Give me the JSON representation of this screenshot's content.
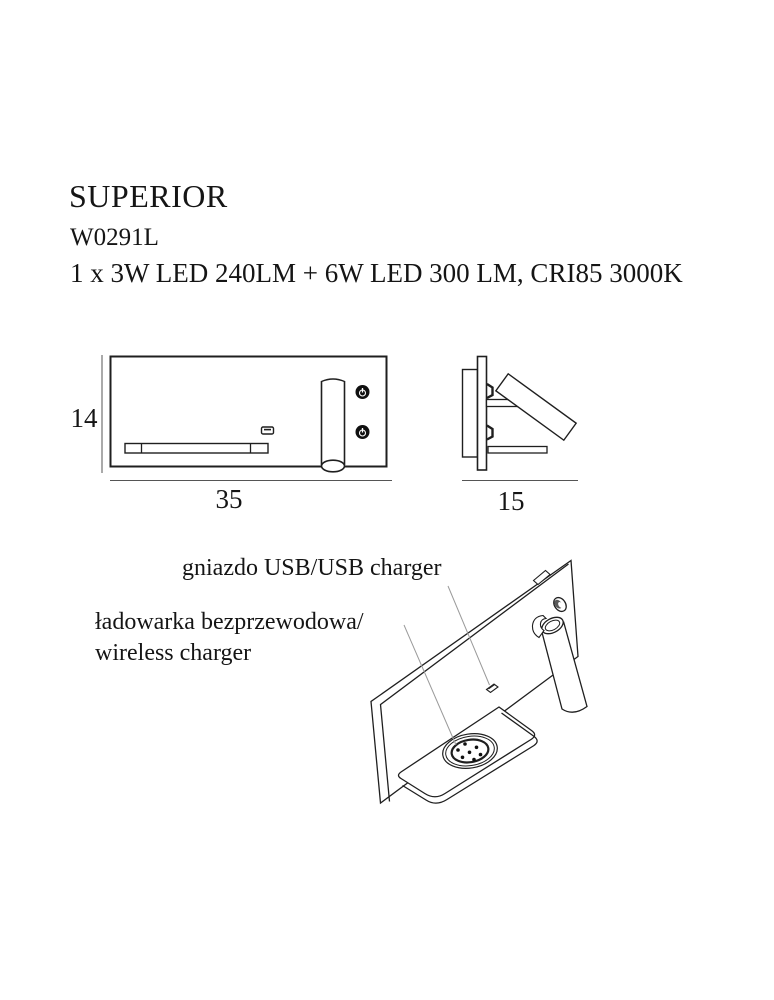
{
  "colors": {
    "background": "#ffffff",
    "line": "#1f1f1f",
    "leader_line": "#9a9a9a",
    "button_fill": "#101010"
  },
  "header": {
    "title": "SUPERIOR",
    "model": "W0291L",
    "spec": "1 x 3W LED 240LM + 6W LED 300 LM, CRI85 3000K"
  },
  "views": {
    "front": {
      "height_dim": "14",
      "width_dim": "35"
    },
    "side": {
      "depth_dim": "15"
    },
    "perspective": {
      "usb_label": "gniazdo USB/USB charger",
      "wireless_label_line1": "ładowarka bezprzewodowa/",
      "wireless_label_line2": "wireless charger"
    }
  },
  "icons": {
    "switch_button": "power-icon",
    "usb_port": "usb-port-icon",
    "wireless_pad": "wireless-charging-pad-icon"
  }
}
